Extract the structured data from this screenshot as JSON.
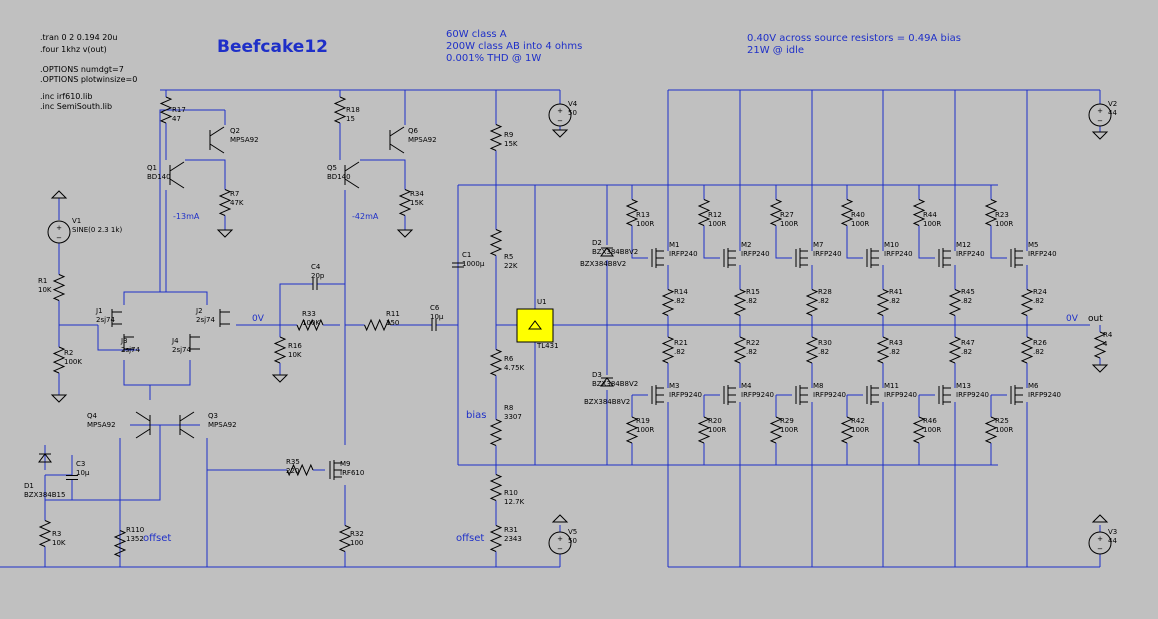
{
  "title": "Beefcake12",
  "directives": [
    ".tran 0 2 0.194 20u",
    ".four 1khz v(out)",
    ".OPTIONS numdgt=7",
    ".OPTIONS plotwinsize=0",
    ".inc irf610.lib",
    ".inc SemiSouth.lib"
  ],
  "notes_center": [
    "60W class A",
    "200W class AB into 4 ohms",
    "0.001% THD @ 1W"
  ],
  "notes_right": [
    "0.40V across source resistors = 0.49A bias",
    "21W @ idle"
  ],
  "net_labels": {
    "ov_left": "0V",
    "ov_right": "0V",
    "out": "out",
    "bias": "bias",
    "offset_left": "offset",
    "offset_right": "offset",
    "i_left": "-13mA",
    "i_right": "-42mA"
  },
  "left_parts": [
    {
      "ref": "V1",
      "val": "SINE(0 2.3 1k)"
    },
    {
      "ref": "R1",
      "val": "10K"
    },
    {
      "ref": "R2",
      "val": "100K"
    },
    {
      "ref": "R3",
      "val": "10K"
    },
    {
      "ref": "D1",
      "val": "BZX384B15"
    },
    {
      "ref": "C3",
      "val": "10µ"
    },
    {
      "ref": "R17",
      "val": "47"
    },
    {
      "ref": "Q1",
      "val": "BD140"
    },
    {
      "ref": "Q2",
      "val": "MPSA92"
    },
    {
      "ref": "R7",
      "val": "47K"
    },
    {
      "ref": "J1",
      "val": "2sj74"
    },
    {
      "ref": "J2",
      "val": "2sj74"
    },
    {
      "ref": "J3",
      "val": "2sj74"
    },
    {
      "ref": "J4",
      "val": "2sj74"
    },
    {
      "ref": "Q4",
      "val": "MPSA92"
    },
    {
      "ref": "Q3",
      "val": "MPSA92"
    },
    {
      "ref": "R110",
      "val": "1352"
    },
    {
      "ref": "R18",
      "val": "15"
    },
    {
      "ref": "Q5",
      "val": "BD140"
    },
    {
      "ref": "Q6",
      "val": "MPSA92"
    },
    {
      "ref": "R34",
      "val": "15K"
    },
    {
      "ref": "C4",
      "val": "20p"
    },
    {
      "ref": "R33",
      "val": "100K"
    },
    {
      "ref": "R16",
      "val": "10K"
    },
    {
      "ref": "R35",
      "val": "220"
    },
    {
      "ref": "M9",
      "val": "IRF610"
    },
    {
      "ref": "R32",
      "val": "100"
    },
    {
      "ref": "R11",
      "val": "150"
    },
    {
      "ref": "C6",
      "val": "10µ"
    }
  ],
  "bias_parts": [
    {
      "ref": "V4",
      "val": "50"
    },
    {
      "ref": "R9",
      "val": "15K"
    },
    {
      "ref": "C1",
      "val": "1000µ"
    },
    {
      "ref": "R5",
      "val": "22K"
    },
    {
      "ref": "U1",
      "val": "TL431"
    },
    {
      "ref": "R6",
      "val": "4.75K"
    },
    {
      "ref": "R8",
      "val": "3307"
    },
    {
      "ref": "R10",
      "val": "12.7K"
    },
    {
      "ref": "R31",
      "val": "2343"
    },
    {
      "ref": "V5",
      "val": "50"
    },
    {
      "ref": "D2",
      "val": "BZX384B8V2"
    },
    {
      "ref": "D3",
      "val": "BZX384B8V2"
    }
  ],
  "output_stages": [
    {
      "gr": "R13",
      "gv": "100R",
      "m": "M1",
      "mv": "IRFP240",
      "sr": "R14",
      "sv": ".82",
      "sr2": "R21",
      "sv2": ".82",
      "m2": "M3",
      "mv2": "IRFP9240",
      "gr2": "R19",
      "gv2": "100R"
    },
    {
      "gr": "R12",
      "gv": "100R",
      "m": "M2",
      "mv": "IRFP240",
      "sr": "R15",
      "sv": ".82",
      "sr2": "R22",
      "sv2": ".82",
      "m2": "M4",
      "mv2": "IRFP9240",
      "gr2": "R20",
      "gv2": "100R"
    },
    {
      "gr": "R27",
      "gv": "100R",
      "m": "M7",
      "mv": "IRFP240",
      "sr": "R28",
      "sv": ".82",
      "sr2": "R30",
      "sv2": ".82",
      "m2": "M8",
      "mv2": "IRFP9240",
      "gr2": "R29",
      "gv2": "100R"
    },
    {
      "gr": "R40",
      "gv": "100R",
      "m": "M10",
      "mv": "IRFP240",
      "sr": "R41",
      "sv": ".82",
      "sr2": "R43",
      "sv2": ".82",
      "m2": "M11",
      "mv2": "IRFP9240",
      "gr2": "R42",
      "gv2": "100R"
    },
    {
      "gr": "R44",
      "gv": "100R",
      "m": "M12",
      "mv": "IRFP240",
      "sr": "R45",
      "sv": ".82",
      "sr2": "R47",
      "sv2": ".82",
      "m2": "M13",
      "mv2": "IRFP9240",
      "gr2": "R46",
      "gv2": "100R"
    },
    {
      "gr": "R23",
      "gv": "100R",
      "m": "M5",
      "mv": "IRFP240",
      "sr": "R24",
      "sv": ".82",
      "sr2": "R26",
      "sv2": ".82",
      "m2": "M6",
      "mv2": "IRFP9240",
      "gr2": "R25",
      "gv2": "100R"
    }
  ],
  "right_parts": [
    {
      "ref": "V2",
      "val": "44"
    },
    {
      "ref": "V3",
      "val": "44"
    },
    {
      "ref": "R4",
      "val": "4"
    }
  ],
  "colors": {
    "background": "#c0c0c0",
    "wire": "#1e2fc8",
    "component": "#000000",
    "note": "#1e2fc8"
  }
}
